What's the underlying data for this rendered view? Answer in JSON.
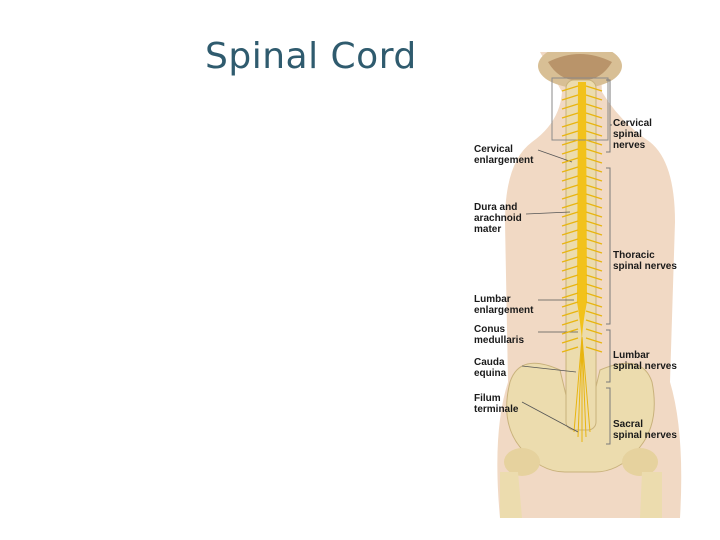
{
  "slide": {
    "title": "Spinal Cord"
  },
  "figure": {
    "labels_left": [
      {
        "id": "cervical-enlargement",
        "text": "Cervical\nenlargement"
      },
      {
        "id": "dura-arachnoid",
        "text": "Dura and\narachnoid\nmater"
      },
      {
        "id": "lumbar-enlargement",
        "text": "Lumbar\nenlargement"
      },
      {
        "id": "conus-medullaris",
        "text": "Conus\nmedullaris"
      },
      {
        "id": "cauda-equina",
        "text": "Cauda\nequina"
      },
      {
        "id": "filum-terminale",
        "text": "Filum\nterminale"
      }
    ],
    "labels_right": [
      {
        "id": "cervical-spinal-nerves",
        "text": "Cervical\nspinal\nnerves"
      },
      {
        "id": "thoracic-spinal-nerves",
        "text": "Thoracic\nspinal nerves"
      },
      {
        "id": "lumbar-spinal-nerves",
        "text": "Lumbar\nspinal nerves"
      },
      {
        "id": "sacral-spinal-nerves",
        "text": "Sacral\nspinal nerves"
      }
    ],
    "colors": {
      "skin": "#f1d9c4",
      "bone": "#ecdcae",
      "cord": "#f2c21b",
      "nerve": "#e8b510",
      "title": "#2f5b6e"
    }
  }
}
